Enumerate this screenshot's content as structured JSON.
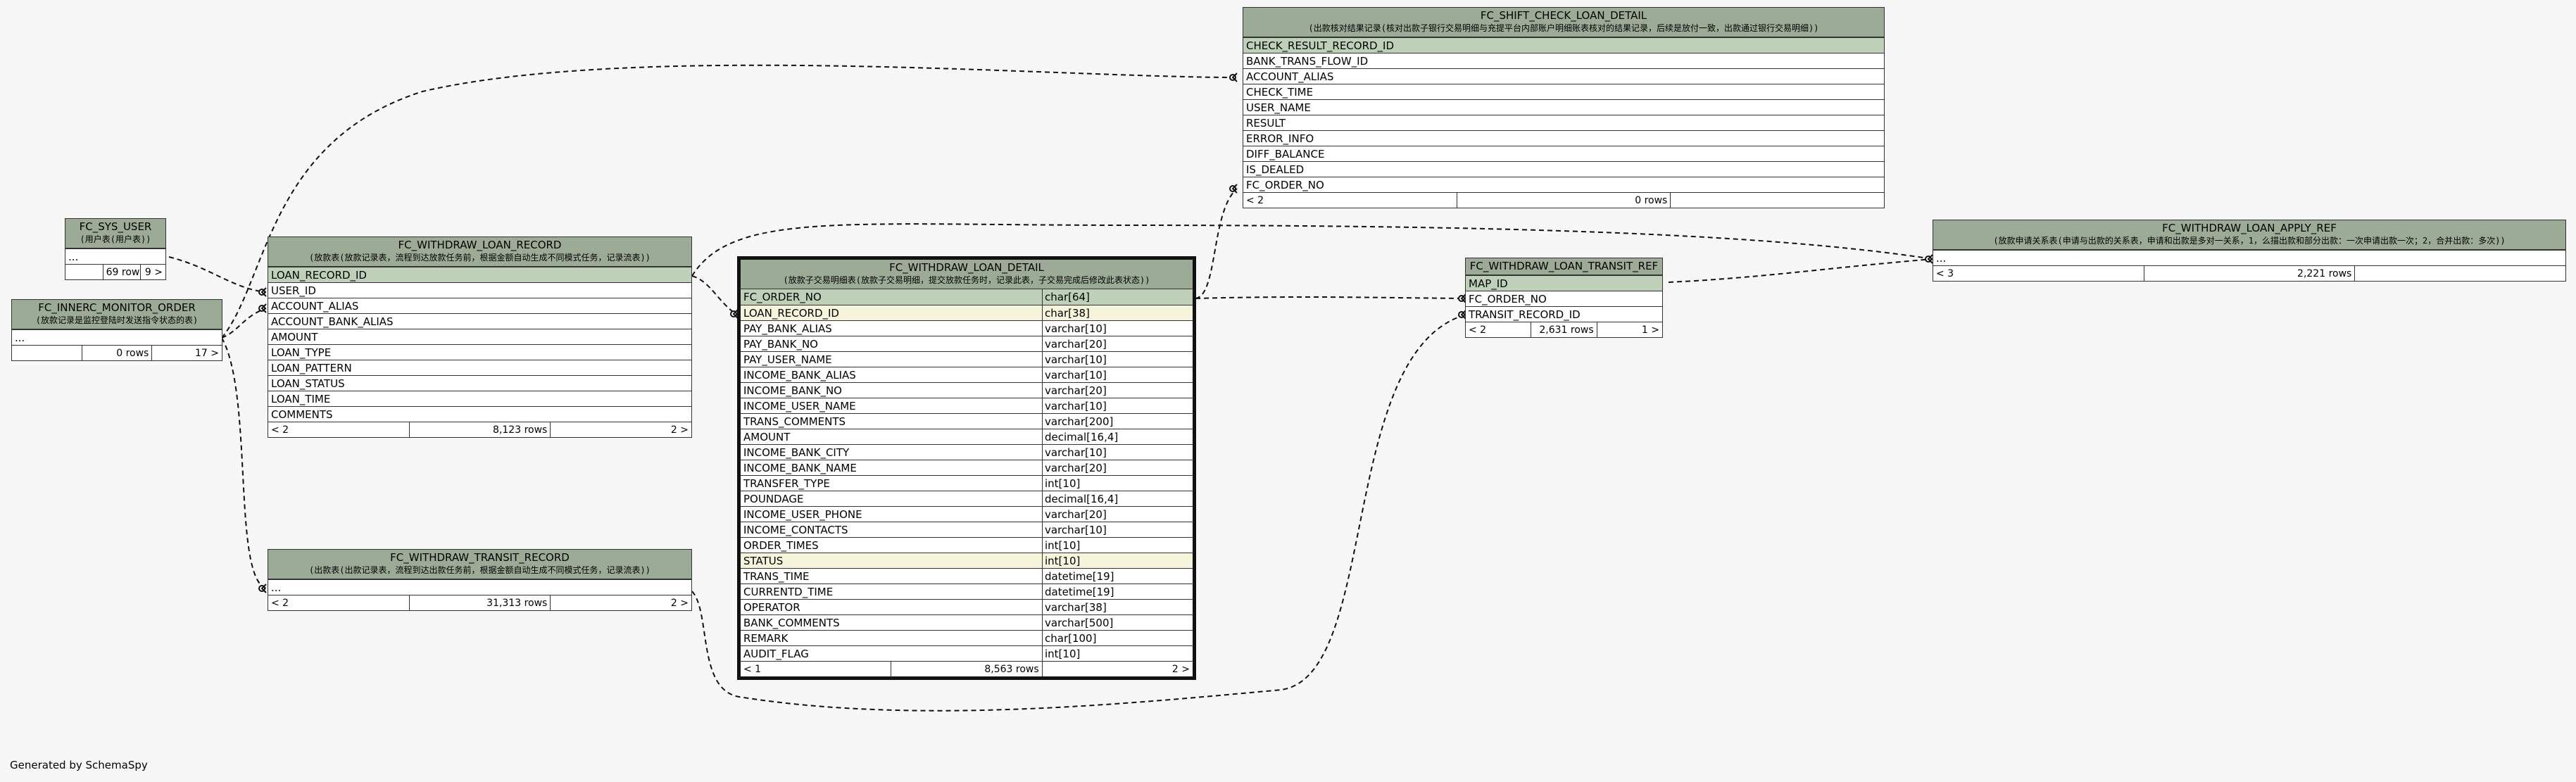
{
  "generated_by": "Generated by SchemaSpy",
  "tables": {
    "fc_sys_user": {
      "name": "FC_SYS_USER",
      "comment": "(用户表(用户表))",
      "rows": [
        "..."
      ],
      "footer": [
        "",
        "69 rows",
        "9 >"
      ]
    },
    "fc_innerc_monitor_order": {
      "name": "FC_INNERC_MONITOR_ORDER",
      "comment": "(放款记录是监控登陆时发送指令状态的表)",
      "rows": [
        "..."
      ],
      "footer": [
        "",
        "0 rows",
        "17 >"
      ]
    },
    "fc_withdraw_loan_record": {
      "name": "FC_WITHDRAW_LOAN_RECORD",
      "comment": "(放款表(放款记录表，流程到达放款任务前，根据金额自动生成不同模式任务，记录流表))",
      "rows": [
        "LOAN_RECORD_ID",
        "USER_ID",
        "ACCOUNT_ALIAS",
        "ACCOUNT_BANK_ALIAS",
        "AMOUNT",
        "LOAN_TYPE",
        "LOAN_PATTERN",
        "LOAN_STATUS",
        "LOAN_TIME",
        "COMMENTS"
      ],
      "footer": [
        "< 2",
        "8,123 rows",
        "2 >"
      ]
    },
    "fc_withdraw_transit_record": {
      "name": "FC_WITHDRAW_TRANSIT_RECORD",
      "comment": "(出款表(出款记录表，流程到达出款任务前，根据金额自动生成不同模式任务，记录流表))",
      "rows": [
        "..."
      ],
      "footer": [
        "< 2",
        "31,313 rows",
        "2 >"
      ]
    },
    "fc_withdraw_loan_detail": {
      "name": "FC_WITHDRAW_LOAN_DETAIL",
      "comment": "(放款子交易明细表(放款子交易明细，提交放款任务时，记录此表，子交易完成后修改此表状态))",
      "rows": [
        [
          "FC_ORDER_NO",
          "char[64]"
        ],
        [
          "LOAN_RECORD_ID",
          "char[38]"
        ],
        [
          "PAY_BANK_ALIAS",
          "varchar[10]"
        ],
        [
          "PAY_BANK_NO",
          "varchar[20]"
        ],
        [
          "PAY_USER_NAME",
          "varchar[10]"
        ],
        [
          "INCOME_BANK_ALIAS",
          "varchar[10]"
        ],
        [
          "INCOME_BANK_NO",
          "varchar[20]"
        ],
        [
          "INCOME_USER_NAME",
          "varchar[10]"
        ],
        [
          "TRANS_COMMENTS",
          "varchar[200]"
        ],
        [
          "AMOUNT",
          "decimal[16,4]"
        ],
        [
          "INCOME_BANK_CITY",
          "varchar[10]"
        ],
        [
          "INCOME_BANK_NAME",
          "varchar[20]"
        ],
        [
          "TRANSFER_TYPE",
          "int[10]"
        ],
        [
          "POUNDAGE",
          "decimal[16,4]"
        ],
        [
          "INCOME_USER_PHONE",
          "varchar[20]"
        ],
        [
          "INCOME_CONTACTS",
          "varchar[10]"
        ],
        [
          "ORDER_TIMES",
          "int[10]"
        ],
        [
          "STATUS",
          "int[10]"
        ],
        [
          "TRANS_TIME",
          "datetime[19]"
        ],
        [
          "CURRENTD_TIME",
          "datetime[19]"
        ],
        [
          "OPERATOR",
          "varchar[38]"
        ],
        [
          "BANK_COMMENTS",
          "varchar[500]"
        ],
        [
          "REMARK",
          "char[100]"
        ],
        [
          "AUDIT_FLAG",
          "int[10]"
        ]
      ],
      "footer": [
        "< 1",
        "8,563 rows",
        "2 >"
      ]
    },
    "fc_shift_check_loan_detail": {
      "name": "FC_SHIFT_CHECK_LOAN_DETAIL",
      "comment": "(出款核对结果记录(核对出款子银行交易明细与充提平台内部账户明细账表核对的结果记录，后续是放付一致，出款通过银行交易明细))",
      "rows": [
        "CHECK_RESULT_RECORD_ID",
        "BANK_TRANS_FLOW_ID",
        "ACCOUNT_ALIAS",
        "CHECK_TIME",
        "USER_NAME",
        "RESULT",
        "ERROR_INFO",
        "DIFF_BALANCE",
        "IS_DEALED",
        "FC_ORDER_NO"
      ],
      "footer": [
        "< 2",
        "0 rows",
        ""
      ]
    },
    "fc_withdraw_loan_transit_ref": {
      "name": "FC_WITHDRAW_LOAN_TRANSIT_REF",
      "comment": "",
      "rows": [
        "MAP_ID",
        "FC_ORDER_NO",
        "TRANSIT_RECORD_ID"
      ],
      "footer": [
        "< 2",
        "2,631 rows",
        "1 >"
      ]
    },
    "fc_withdraw_loan_apply_ref": {
      "name": "FC_WITHDRAW_LOAN_APPLY_REF",
      "comment": "(放款申请关系表(申请与出款的关系表，申请和出款是多对一关系，1，么描出款和部分出款：一次申请出款一次；2，合并出款：多次))",
      "rows": [
        "..."
      ],
      "footer": [
        "< 3",
        "2,221 rows",
        ""
      ]
    }
  }
}
